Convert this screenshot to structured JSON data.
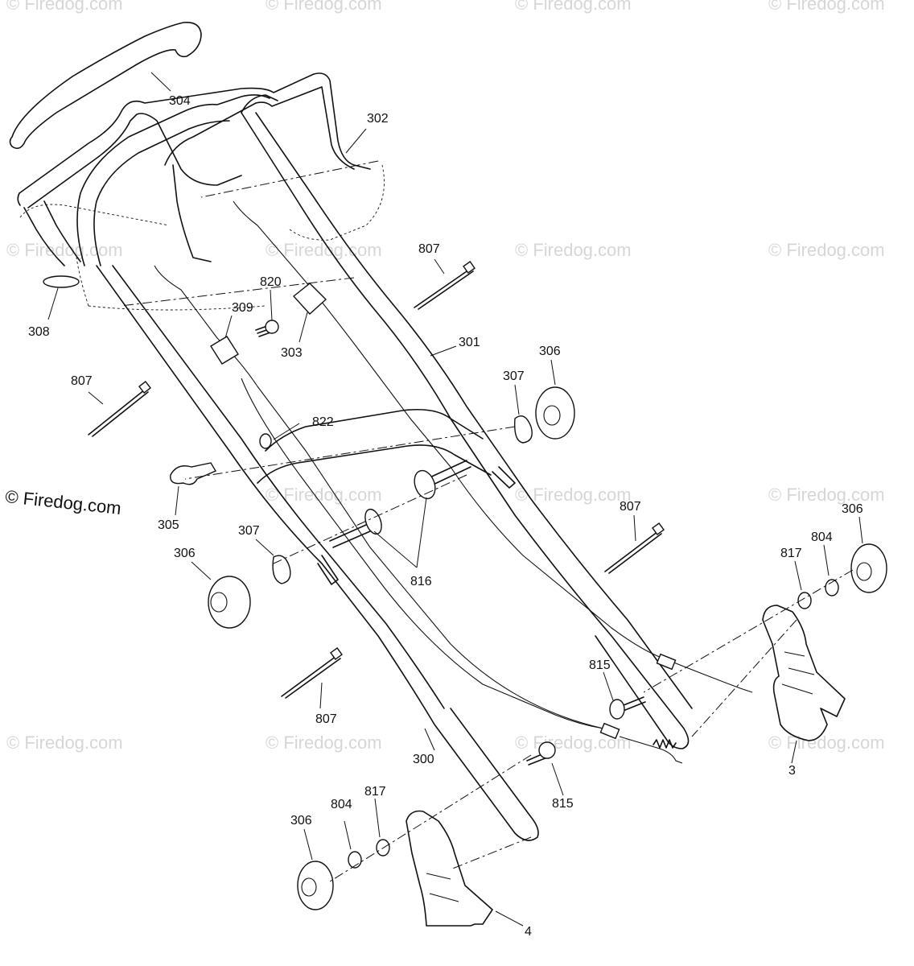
{
  "watermark_text": "© Firedog.com",
  "copyright_text": "© Firedog.com",
  "labels": {
    "p304": "304",
    "p302": "302",
    "p308": "308",
    "p807a": "807",
    "p820": "820",
    "p309": "309",
    "p303": "303",
    "p301": "301",
    "p807b": "807",
    "p306a": "306",
    "p307a": "307",
    "p822": "822",
    "p305": "305",
    "p307b": "307",
    "p306b": "306",
    "p816": "816",
    "p807c": "807",
    "p306c": "306",
    "p804a": "804",
    "p817a": "817",
    "p815a": "815",
    "p807d": "807",
    "p300": "300",
    "p3": "3",
    "p815b": "815",
    "p306d": "306",
    "p804b": "804",
    "p817b": "817",
    "p4": "4"
  }
}
